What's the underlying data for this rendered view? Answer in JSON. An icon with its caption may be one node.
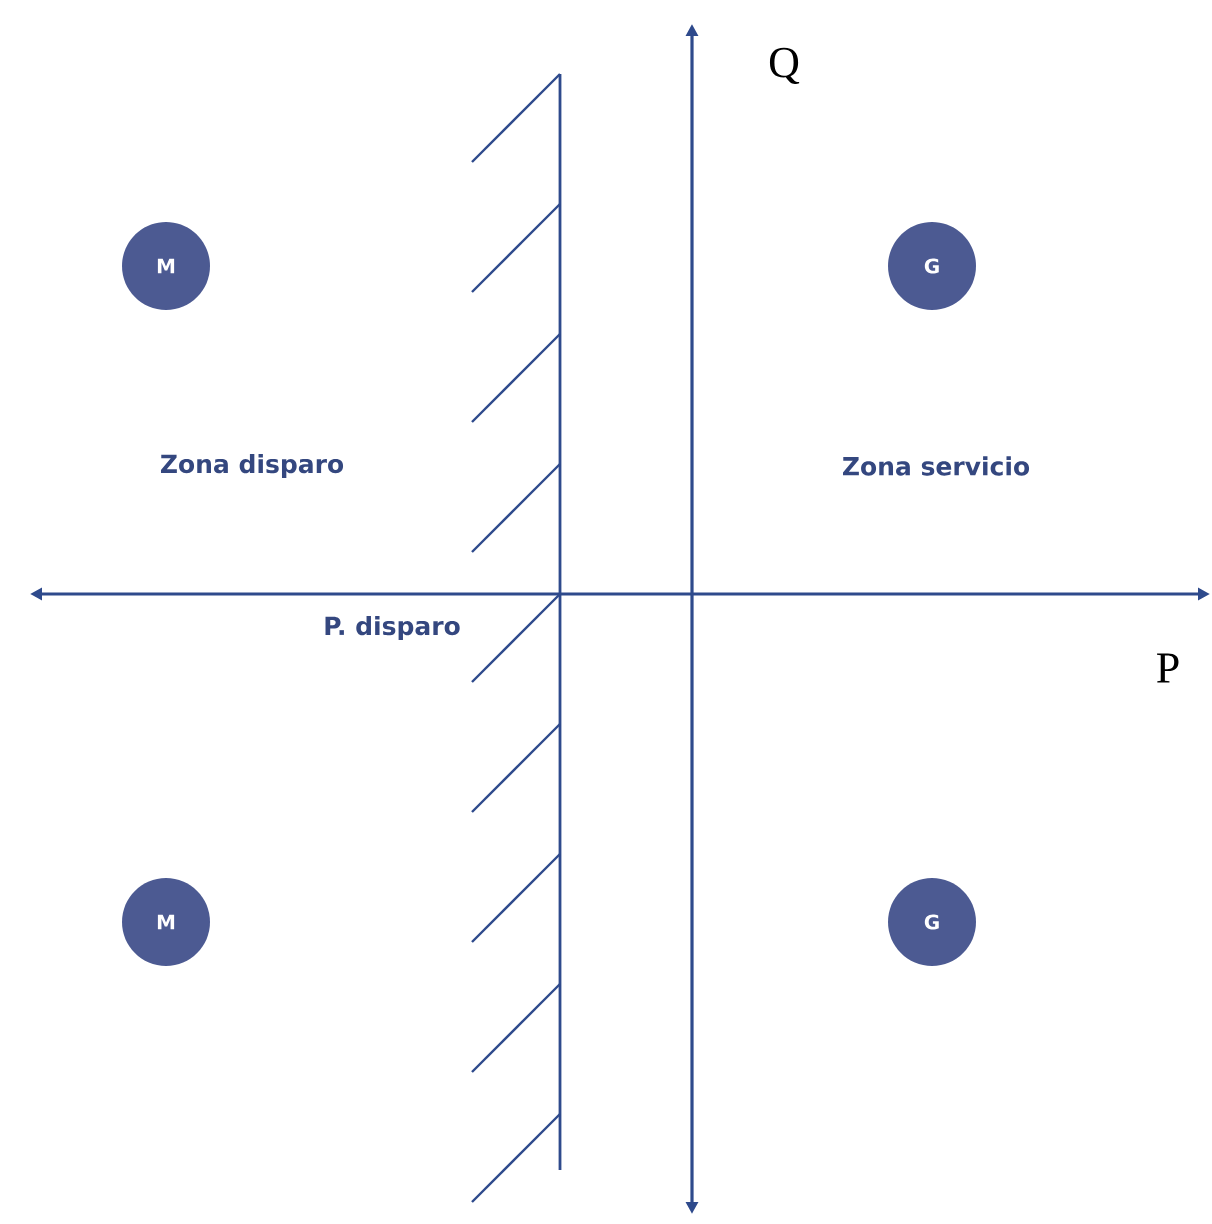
{
  "diagram": {
    "nodes": [
      {
        "text": [
          "M"
        ]
      },
      {
        "text": [
          "G"
        ]
      },
      {
        "text": [
          "M"
        ]
      },
      {
        "text": [
          "G"
        ]
      }
    ],
    "labels": [
      "Q",
      "Zona disparo",
      "Zona servicio",
      "P. disparo",
      "P"
    ]
  }
}
